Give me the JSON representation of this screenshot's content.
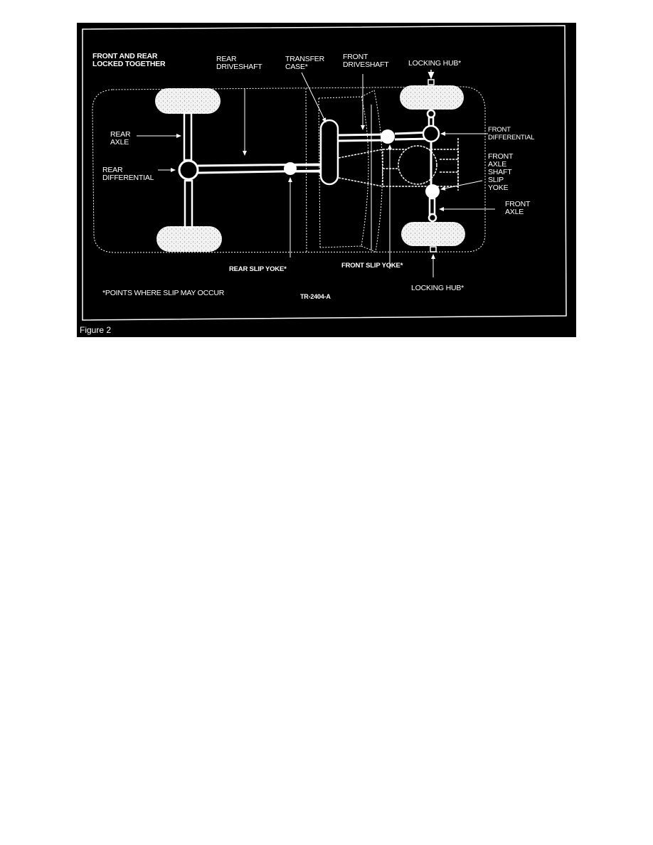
{
  "figure": {
    "caption": "Figure 2",
    "title": "FRONT AND REAR\nLOCKED TOGETHER",
    "reference_code": "TR-2404-A",
    "footnote": "*POINTS WHERE SLIP MAY OCCUR",
    "colors": {
      "background": "#000000",
      "lines": "#ffffff",
      "page": "#ffffff"
    },
    "labels": {
      "rear_driveshaft": "REAR\nDRIVESHAFT",
      "transfer_case": "TRANSFER\nCASE*",
      "front_driveshaft": "FRONT\nDRIVESHAFT",
      "locking_hub_top": "LOCKING HUB*",
      "locking_hub_bottom": "LOCKING HUB*",
      "rear_axle": "REAR\nAXLE",
      "rear_differential": "REAR\nDIFFERENTIAL",
      "front_differential": "FRONT\nDIFFERENTIAL",
      "front_axle_shaft_slip_yoke": "FRONT\nAXLE\nSHAFT\nSLIP\nYOKE",
      "front_axle": "FRONT\nAXLE",
      "rear_slip_yoke": "REAR SLIP YOKE*",
      "front_slip_yoke": "FRONT SLIP YOKE*"
    }
  }
}
